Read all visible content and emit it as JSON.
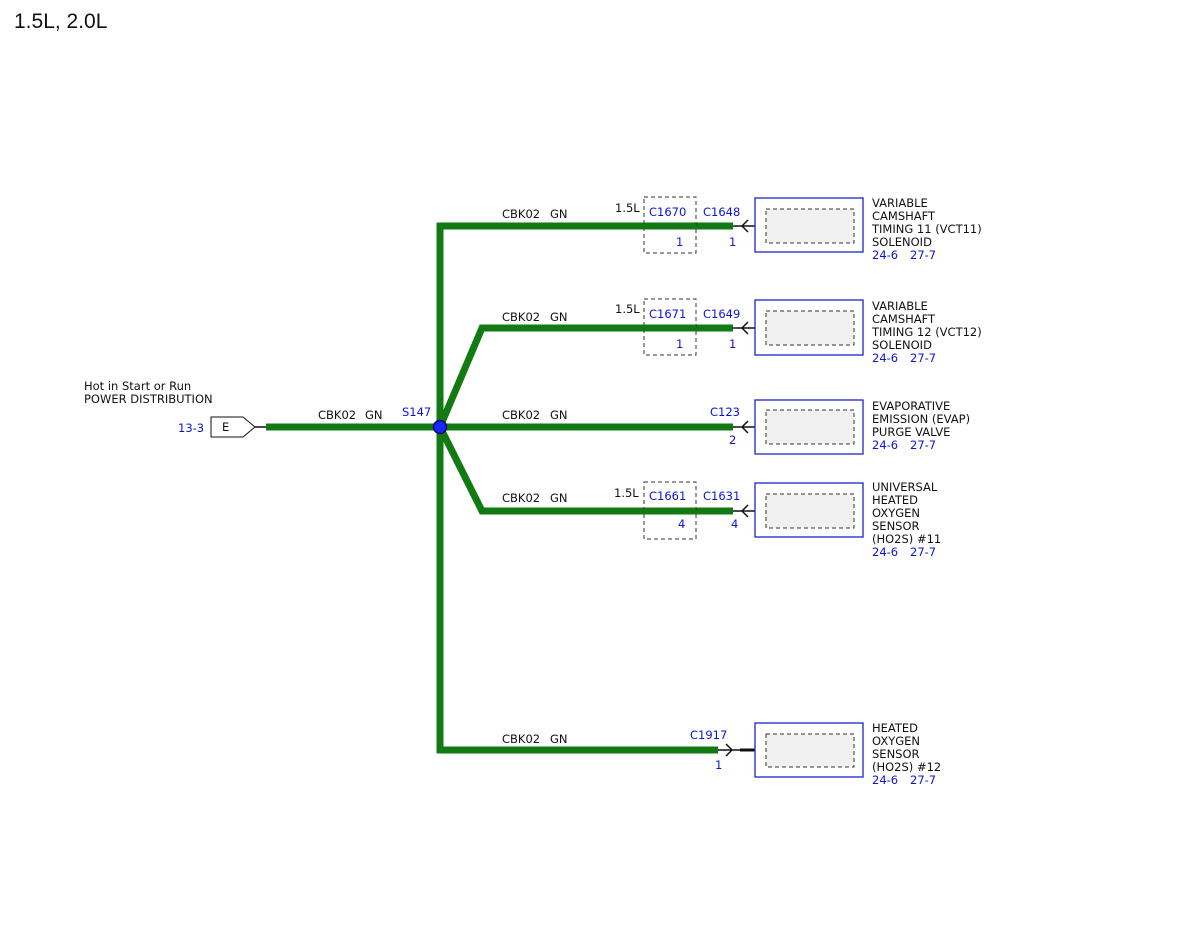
{
  "title": "1.5L, 2.0L",
  "colors": {
    "wire": "#127a12",
    "link": "#0a14d8",
    "component_border": "#1a25c8",
    "splice": "#1a25ff"
  },
  "source": {
    "label_line1": "Hot in Start or Run",
    "label_line2": "POWER DISTRIBUTION",
    "ref": "13-3",
    "terminal": "E"
  },
  "splice": {
    "id": "S147"
  },
  "trunk_wire": {
    "circuit": "CBK02",
    "color": "GN"
  },
  "branches": [
    {
      "circuit": "CBK02",
      "color": "GN",
      "inline": {
        "variant": "1.5L",
        "connector": "C1670",
        "pin": "1"
      },
      "connector": "C1648",
      "pin": "1",
      "component": [
        "VARIABLE",
        "CAMSHAFT",
        "TIMING 11 (VCT11)",
        "SOLENOID"
      ],
      "refs": [
        "24-6",
        "27-7"
      ]
    },
    {
      "circuit": "CBK02",
      "color": "GN",
      "inline": {
        "variant": "1.5L",
        "connector": "C1671",
        "pin": "1"
      },
      "connector": "C1649",
      "pin": "1",
      "component": [
        "VARIABLE",
        "CAMSHAFT",
        "TIMING 12 (VCT12)",
        "SOLENOID"
      ],
      "refs": [
        "24-6",
        "27-7"
      ]
    },
    {
      "circuit": "CBK02",
      "color": "GN",
      "connector": "C123",
      "pin": "2",
      "component": [
        "EVAPORATIVE",
        "EMISSION (EVAP)",
        "PURGE VALVE"
      ],
      "refs": [
        "24-6",
        "27-7"
      ]
    },
    {
      "circuit": "CBK02",
      "color": "GN",
      "inline": {
        "variant": "1.5L",
        "connector": "C1661",
        "pin": "4"
      },
      "connector": "C1631",
      "pin": "4",
      "component": [
        "UNIVERSAL",
        "HEATED",
        "OXYGEN",
        "SENSOR",
        "(HO2S) #11"
      ],
      "refs": [
        "24-6",
        "27-7"
      ]
    },
    {
      "circuit": "CBK02",
      "color": "GN",
      "connector": "C1917",
      "pin": "1",
      "component": [
        "HEATED",
        "OXYGEN",
        "SENSOR",
        "(HO2S) #12"
      ],
      "refs": [
        "24-6",
        "27-7"
      ]
    }
  ]
}
